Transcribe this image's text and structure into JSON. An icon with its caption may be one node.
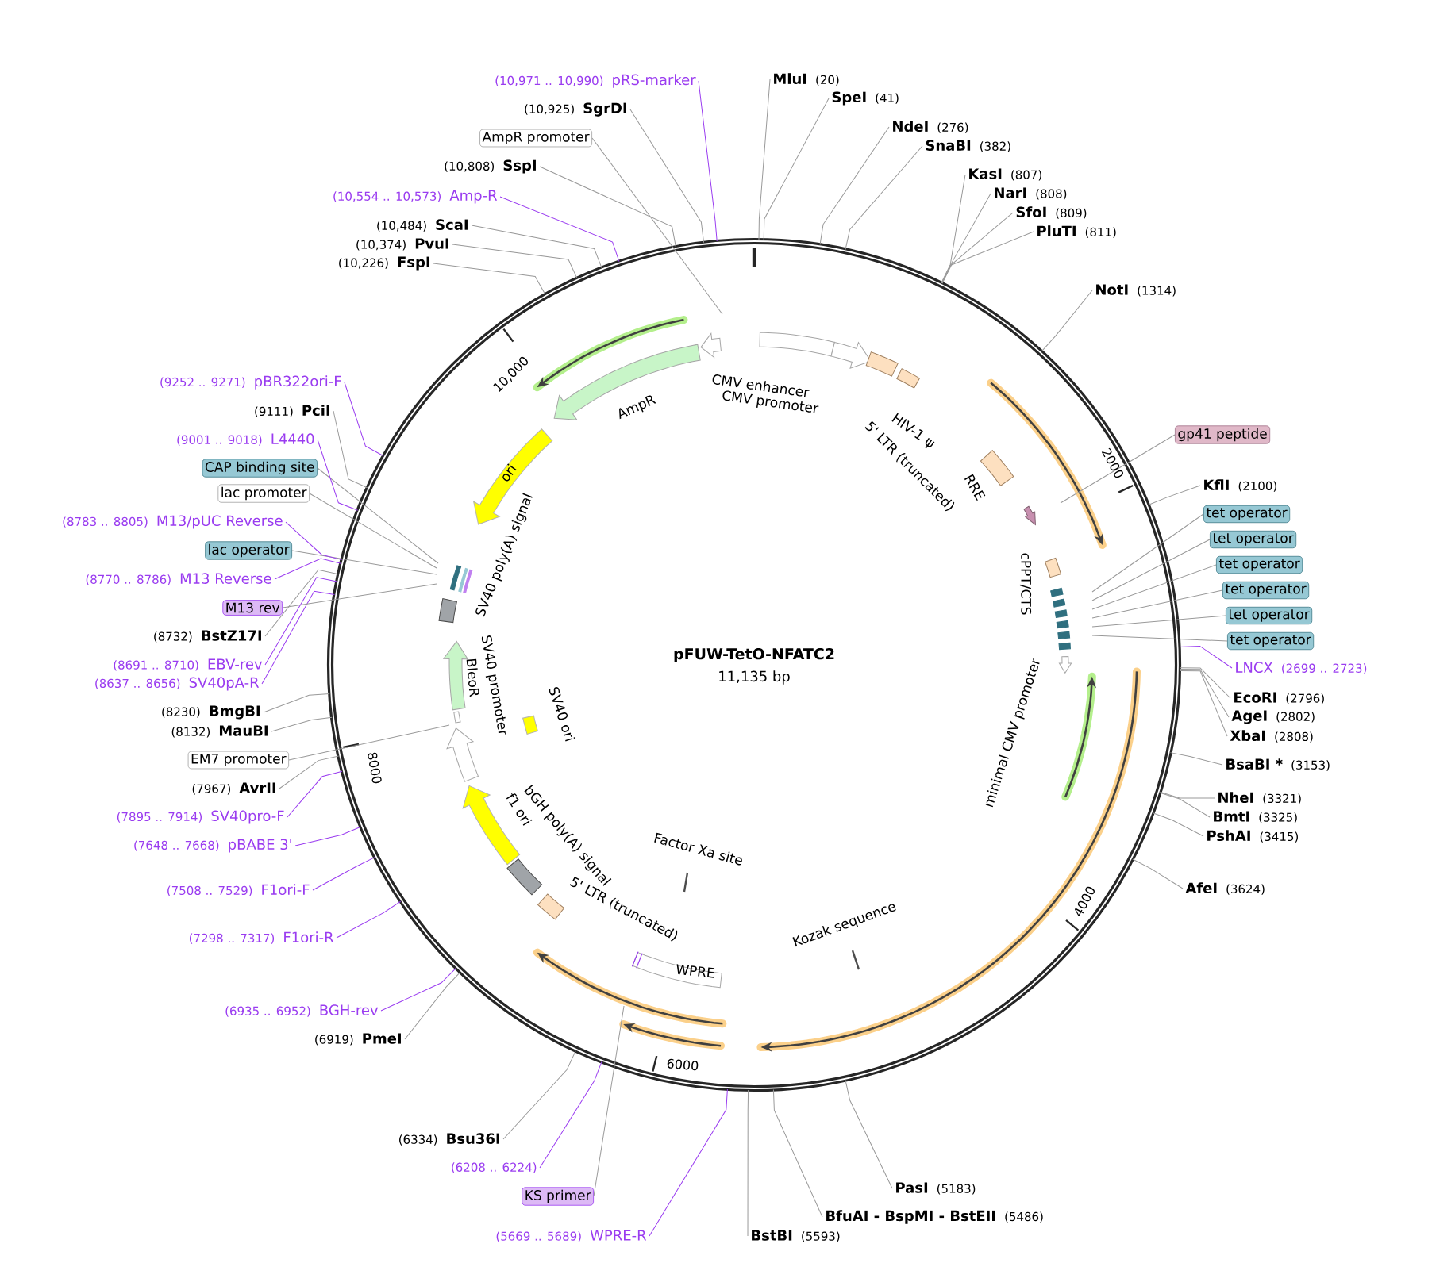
{
  "diagram": {
    "title": "pFUW-TetO-NFATC2",
    "nodes": [
      {
        "text": [
          "(10,971 .. 10,990)",
          "pRS-marker"
        ]
      },
      {
        "text": [
          "(10,925)",
          "SgrDI"
        ]
      },
      {
        "text": [
          "AmpR promoter"
        ]
      },
      {
        "text": [
          "(10,808)",
          "SspI"
        ]
      },
      {
        "text": [
          "(10,554 .. 10,573)",
          "Amp-R"
        ]
      },
      {
        "text": [
          "(10,484)",
          "ScaI"
        ]
      },
      {
        "text": [
          "(10,374)",
          "PvuI"
        ]
      },
      {
        "text": [
          "(10,226)",
          "FspI"
        ]
      },
      {
        "text": [
          "MluI",
          "(20)"
        ]
      },
      {
        "text": [
          "SpeI",
          "(41)"
        ]
      },
      {
        "text": [
          "NdeI",
          "(276)"
        ]
      },
      {
        "text": [
          "SnaBI",
          "(382)"
        ]
      },
      {
        "text": [
          "KasI",
          "(807)"
        ]
      },
      {
        "text": [
          "NarI",
          "(808)"
        ]
      },
      {
        "text": [
          "SfoI",
          "(809)"
        ]
      },
      {
        "text": [
          "PluTI",
          "(811)"
        ]
      },
      {
        "text": [
          "NotI",
          "(1314)"
        ]
      },
      {
        "text": [
          "gp41 peptide"
        ]
      },
      {
        "text": [
          "KflI",
          "(2100)"
        ]
      },
      {
        "text": [
          "tet operator"
        ]
      },
      {
        "text": [
          "tet operator"
        ]
      },
      {
        "text": [
          "tet operator"
        ]
      },
      {
        "text": [
          "tet operator"
        ]
      },
      {
        "text": [
          "tet operator"
        ]
      },
      {
        "text": [
          "tet operator"
        ]
      },
      {
        "text": [
          "LNCX",
          "(2699 .. 2723)"
        ]
      },
      {
        "text": [
          "EcoRI",
          "(2796)"
        ]
      },
      {
        "text": [
          "AgeI",
          "(2802)"
        ]
      },
      {
        "text": [
          "XbaI",
          "(2808)"
        ]
      },
      {
        "text": [
          "BsaBI *",
          "(3153)"
        ]
      },
      {
        "text": [
          "NheI",
          "(3321)"
        ]
      },
      {
        "text": [
          "BmtI",
          "(3325)"
        ]
      },
      {
        "text": [
          "PshAI",
          "(3415)"
        ]
      },
      {
        "text": [
          "AfeI",
          "(3624)"
        ]
      },
      {
        "text": [
          "PasI",
          "(5183)"
        ]
      },
      {
        "text": [
          "BfuAI - BspMI - BstEII",
          "(5486)"
        ]
      },
      {
        "text": [
          "BstBI",
          "(5593)"
        ]
      },
      {
        "text": [
          "(5669 .. 5689)",
          "WPRE-R"
        ]
      },
      {
        "text": [
          "KS primer"
        ]
      },
      {
        "text": [
          "(6208 .. 6224)"
        ]
      },
      {
        "text": [
          "(6334)",
          "Bsu36I"
        ]
      },
      {
        "text": [
          "(6919)",
          "PmeI"
        ]
      },
      {
        "text": [
          "(6935 .. 6952)",
          "BGH-rev"
        ]
      },
      {
        "text": [
          "(7298 .. 7317)",
          "F1ori-R"
        ]
      },
      {
        "text": [
          "(7508 .. 7529)",
          "F1ori-F"
        ]
      },
      {
        "text": [
          "(7648 .. 7668)",
          "pBABE 3'"
        ]
      },
      {
        "text": [
          "(7895 .. 7914)",
          "SV40pro-F"
        ]
      },
      {
        "text": [
          "(7967)",
          "AvrII"
        ]
      },
      {
        "text": [
          "EM7 promoter"
        ]
      },
      {
        "text": [
          "(8132)",
          "MauBI"
        ]
      },
      {
        "text": [
          "(8230)",
          "BmgBI"
        ]
      },
      {
        "text": [
          "(8637 .. 8656)",
          "SV40pA-R"
        ]
      },
      {
        "text": [
          "(8691 .. 8710)",
          "EBV-rev"
        ]
      },
      {
        "text": [
          "(8732)",
          "BstZ17I"
        ]
      },
      {
        "text": [
          "M13 rev"
        ]
      },
      {
        "text": [
          "(8770 .. 8786)",
          "M13 Reverse"
        ]
      },
      {
        "text": [
          "lac operator"
        ]
      },
      {
        "text": [
          "(8783 .. 8805)",
          "M13/pUC Reverse"
        ]
      },
      {
        "text": [
          "lac promoter"
        ]
      },
      {
        "text": [
          "CAP binding site"
        ]
      },
      {
        "text": [
          "(9001 .. 9018)",
          "L4440"
        ]
      },
      {
        "text": [
          "(9111)",
          "PciI"
        ]
      },
      {
        "text": [
          "(9252 .. 9271)",
          "pBR322ori-F"
        ]
      }
    ],
    "edges": [
      {
        "from": 0,
        "to": null,
        "arrow": "none",
        "color": "#9a3cf0"
      },
      {
        "from": 1,
        "to": null,
        "arrow": "none"
      },
      {
        "from": 2,
        "to": null,
        "arrow": "none"
      },
      {
        "from": 3,
        "to": null,
        "arrow": "none"
      },
      {
        "from": 4,
        "to": null,
        "arrow": "none",
        "color": "#9a3cf0"
      },
      {
        "from": 5,
        "to": null,
        "arrow": "none"
      },
      {
        "from": 6,
        "to": null,
        "arrow": "none"
      },
      {
        "from": 7,
        "to": null,
        "arrow": "none"
      },
      {
        "from": 8,
        "to": null,
        "arrow": "none"
      },
      {
        "from": 9,
        "to": null,
        "arrow": "none"
      },
      {
        "from": 10,
        "to": null,
        "arrow": "none"
      },
      {
        "from": 11,
        "to": null,
        "arrow": "none"
      },
      {
        "from": 12,
        "to": null,
        "arrow": "none"
      },
      {
        "from": 13,
        "to": null,
        "arrow": "none"
      },
      {
        "from": 14,
        "to": null,
        "arrow": "none"
      },
      {
        "from": 15,
        "to": null,
        "arrow": "none"
      },
      {
        "from": 16,
        "to": null,
        "arrow": "none"
      },
      {
        "from": 17,
        "to": null,
        "arrow": "none"
      },
      {
        "from": 18,
        "to": null,
        "arrow": "none"
      },
      {
        "from": 19,
        "to": null,
        "arrow": "none"
      },
      {
        "from": 20,
        "to": null,
        "arrow": "none"
      },
      {
        "from": 21,
        "to": null,
        "arrow": "none"
      },
      {
        "from": 22,
        "to": null,
        "arrow": "none"
      },
      {
        "from": 23,
        "to": null,
        "arrow": "none"
      },
      {
        "from": 24,
        "to": null,
        "arrow": "none"
      },
      {
        "from": 25,
        "to": null,
        "arrow": "none",
        "color": "#9a3cf0"
      },
      {
        "from": 26,
        "to": null,
        "arrow": "none"
      },
      {
        "from": 27,
        "to": null,
        "arrow": "none"
      },
      {
        "from": 28,
        "to": null,
        "arrow": "none"
      },
      {
        "from": 29,
        "to": null,
        "arrow": "none"
      },
      {
        "from": 30,
        "to": null,
        "arrow": "none"
      },
      {
        "from": 31,
        "to": null,
        "arrow": "none"
      },
      {
        "from": 32,
        "to": null,
        "arrow": "none"
      },
      {
        "from": 33,
        "to": null,
        "arrow": "none"
      },
      {
        "from": 34,
        "to": null,
        "arrow": "none"
      },
      {
        "from": 35,
        "to": null,
        "arrow": "none"
      },
      {
        "from": 36,
        "to": null,
        "arrow": "none"
      },
      {
        "from": 37,
        "to": null,
        "arrow": "none",
        "color": "#9a3cf0"
      },
      {
        "from": 38,
        "to": null,
        "arrow": "none"
      },
      {
        "from": 39,
        "to": null,
        "arrow": "none",
        "color": "#9a3cf0"
      },
      {
        "from": 40,
        "to": null,
        "arrow": "none"
      },
      {
        "from": 41,
        "to": null,
        "arrow": "none"
      },
      {
        "from": 42,
        "to": null,
        "arrow": "none",
        "color": "#9a3cf0"
      },
      {
        "from": 43,
        "to": null,
        "arrow": "none",
        "color": "#9a3cf0"
      },
      {
        "from": 44,
        "to": null,
        "arrow": "none",
        "color": "#9a3cf0"
      },
      {
        "from": 45,
        "to": null,
        "arrow": "none",
        "color": "#9a3cf0"
      },
      {
        "from": 46,
        "to": null,
        "arrow": "none",
        "color": "#9a3cf0"
      },
      {
        "from": 47,
        "to": null,
        "arrow": "none"
      },
      {
        "from": 48,
        "to": null,
        "arrow": "none"
      },
      {
        "from": 49,
        "to": null,
        "arrow": "none"
      },
      {
        "from": 50,
        "to": null,
        "arrow": "none"
      },
      {
        "from": 51,
        "to": null,
        "arrow": "none",
        "color": "#9a3cf0"
      },
      {
        "from": 52,
        "to": null,
        "arrow": "none",
        "color": "#9a3cf0"
      },
      {
        "from": 53,
        "to": null,
        "arrow": "none"
      },
      {
        "from": 54,
        "to": null,
        "arrow": "none"
      },
      {
        "from": 55,
        "to": null,
        "arrow": "none",
        "color": "#9a3cf0"
      },
      {
        "from": 56,
        "to": null,
        "arrow": "none"
      },
      {
        "from": 57,
        "to": null,
        "arrow": "none",
        "color": "#9a3cf0"
      },
      {
        "from": 58,
        "to": null,
        "arrow": "none"
      },
      {
        "from": 59,
        "to": null,
        "arrow": "none"
      },
      {
        "from": 60,
        "to": null,
        "arrow": "none",
        "color": "#9a3cf0"
      },
      {
        "from": 61,
        "to": null,
        "arrow": "none"
      },
      {
        "from": 62,
        "to": null,
        "arrow": "none",
        "color": "#9a3cf0"
      }
    ],
    "labels": [
      "10,000",
      "2000",
      "4000",
      "6000",
      "8000",
      "AmpR",
      "CMV enhancer",
      "CMV promoter",
      "HIV-1 ψ",
      "5' LTR (truncated)",
      "RRE",
      "cPPT/CTS",
      "minimal CMV promoter",
      "ori",
      "SV40 poly(A) signal",
      "SV40 promoter",
      "BleoR",
      "SV40 ori",
      "bGH poly(A) signal",
      "f1 ori",
      "5' LTR (truncated)",
      "Factor Xa site",
      "Kozak sequence",
      "WPRE",
      "11,135 bp"
    ]
  }
}
